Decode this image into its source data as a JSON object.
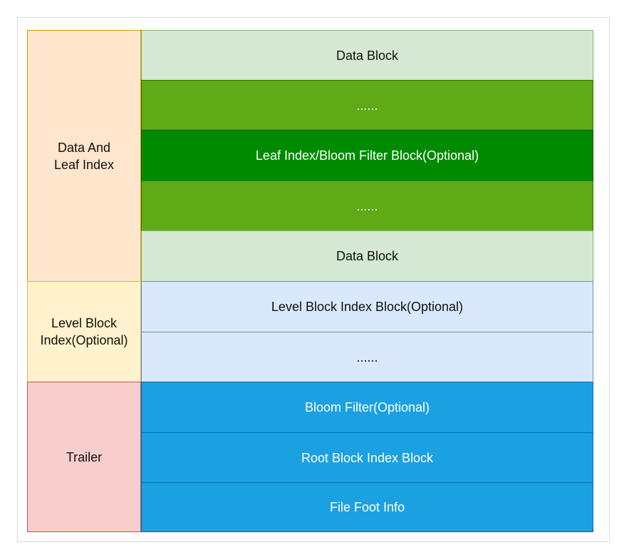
{
  "sections": [
    {
      "label": "Data And\nLeaf Index",
      "fill": "#ffe6cc",
      "stroke": "#d79b00"
    },
    {
      "label": "Level Block\nIndex(Optional)",
      "fill": "#fff2cc",
      "stroke": "#d6b656"
    },
    {
      "label": "Trailer",
      "fill": "#f8cecc",
      "stroke": "#b85450"
    }
  ],
  "blocks": [
    {
      "label": "Data Block",
      "fill": "#d5e8d4",
      "stroke": "#82b366",
      "text_color": "#111111"
    },
    {
      "label": "......",
      "fill": "#60a917",
      "stroke": "#2d7600",
      "text_color": "#ffffff"
    },
    {
      "label": "Leaf Index/Bloom Filter Block(Optional)",
      "fill": "#008a00",
      "stroke": "#005700",
      "text_color": "#ffffff"
    },
    {
      "label": "......",
      "fill": "#60a917",
      "stroke": "#2d7600",
      "text_color": "#ffffff"
    },
    {
      "label": "Data Block",
      "fill": "#d5e8d4",
      "stroke": "#82b366",
      "text_color": "#111111"
    },
    {
      "label": "Level Block Index Block(Optional)",
      "fill": "#dae8fc",
      "stroke": "#6c8ebf",
      "text_color": "#111111"
    },
    {
      "label": "......",
      "fill": "#dae8fc",
      "stroke": "#6c8ebf",
      "text_color": "#111111"
    },
    {
      "label": "Bloom Filter(Optional)",
      "fill": "#1ba1e2",
      "stroke": "#006eaf",
      "text_color": "#ffffff"
    },
    {
      "label": "Root Block Index Block",
      "fill": "#1ba1e2",
      "stroke": "#006eaf",
      "text_color": "#ffffff"
    },
    {
      "label": "File Foot Info",
      "fill": "#1ba1e2",
      "stroke": "#006eaf",
      "text_color": "#ffffff"
    }
  ]
}
